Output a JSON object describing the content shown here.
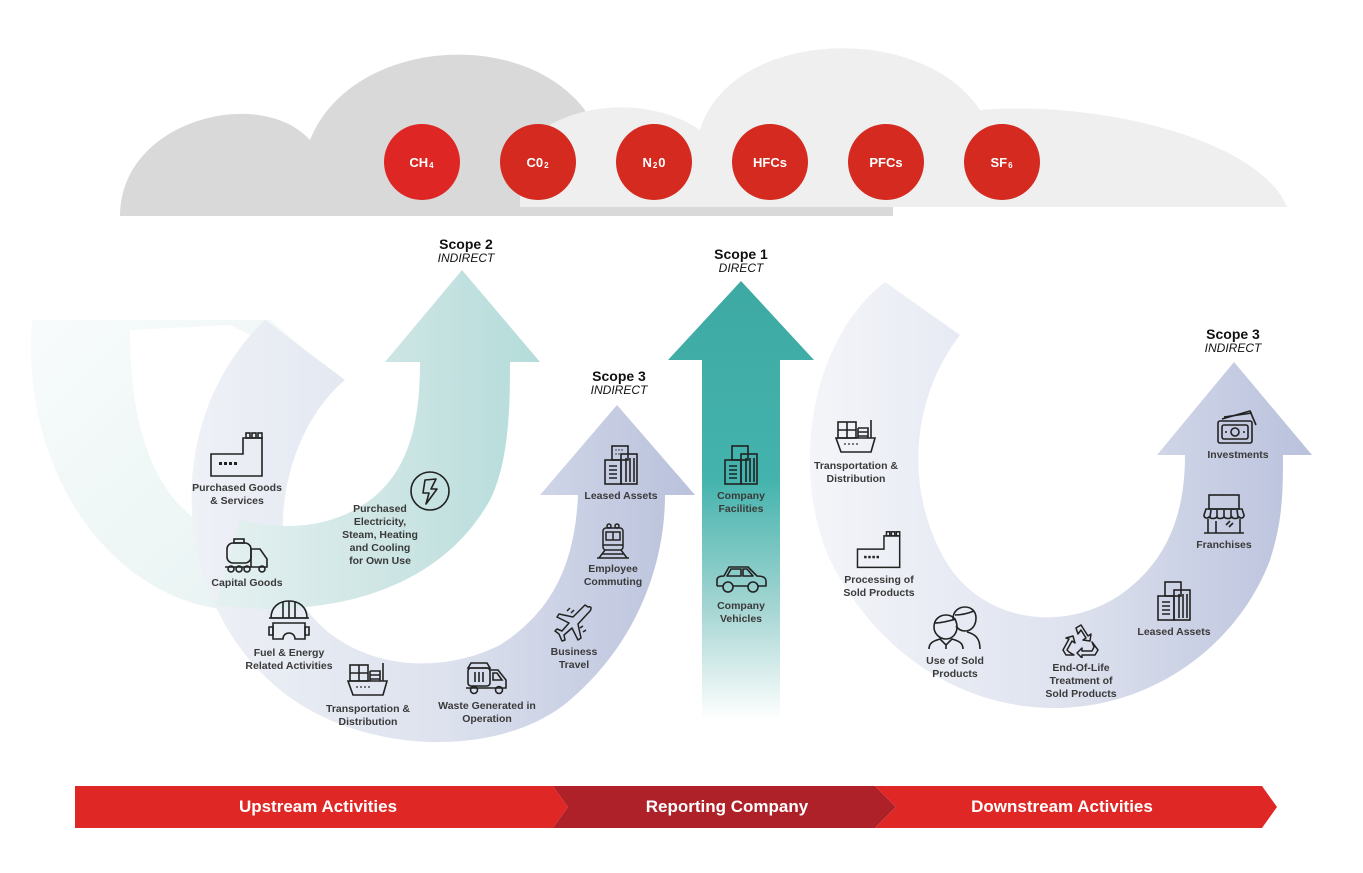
{
  "greenhouse_gases": [
    {
      "base": "CH",
      "sub": "4",
      "suffix": ""
    },
    {
      "base": "C0",
      "sub": "2",
      "suffix": ""
    },
    {
      "base": "N",
      "sub": "2",
      "suffix": "0"
    },
    {
      "base": "HFCs",
      "sub": "",
      "suffix": ""
    },
    {
      "base": "PFCs",
      "sub": "",
      "suffix": ""
    },
    {
      "base": "SF",
      "sub": "6",
      "suffix": ""
    }
  ],
  "scopes": {
    "scope2": {
      "title": "Scope 2",
      "kind": "INDIRECT"
    },
    "scope1": {
      "title": "Scope 1",
      "kind": "DIRECT"
    },
    "scope3_upstream": {
      "title": "Scope 3",
      "kind": "INDIRECT"
    },
    "scope3_downstream": {
      "title": "Scope 3",
      "kind": "INDIRECT"
    }
  },
  "upstream_items": [
    {
      "icon": "factory-icon",
      "label": "Purchased Goods\n& Services"
    },
    {
      "icon": "tanker-truck-icon",
      "label": "Capital Goods"
    },
    {
      "icon": "hardhat-goggles-icon",
      "label": "Fuel & Energy\nRelated Activities"
    },
    {
      "icon": "cargo-ship-icon",
      "label": "Transportation &\nDistribution"
    },
    {
      "icon": "garbage-truck-icon",
      "label": "Waste Generated in\nOperation"
    },
    {
      "icon": "airplane-icon",
      "label": "Business\nTravel"
    },
    {
      "icon": "train-icon",
      "label": "Employee\nCommuting"
    },
    {
      "icon": "office-buildings-icon",
      "label": "Leased Assets"
    }
  ],
  "scope2_items": [
    {
      "icon": "lightning-icon",
      "label": "Purchased\nElectricity,\nSteam, Heating\nand Cooling\nfor Own Use"
    }
  ],
  "scope1_items": [
    {
      "icon": "office-buildings-icon",
      "label": "Company\nFacilities"
    },
    {
      "icon": "car-icon",
      "label": "Company\nVehicles"
    }
  ],
  "downstream_items": [
    {
      "icon": "cargo-ship-icon",
      "label": "Transportation &\nDistribution"
    },
    {
      "icon": "factory-icon",
      "label": "Processing of\nSold Products"
    },
    {
      "icon": "people-icon",
      "label": "Use of Sold\nProducts"
    },
    {
      "icon": "recycle-icon",
      "label": "End-Of-Life\nTreatment of\nSold Products"
    },
    {
      "icon": "office-buildings-icon",
      "label": "Leased Assets"
    },
    {
      "icon": "storefront-icon",
      "label": "Franchises"
    },
    {
      "icon": "money-icon",
      "label": "Investments"
    }
  ],
  "value_chain": [
    {
      "label": "Upstream Activities",
      "color": "#df2725"
    },
    {
      "label": "Reporting Company",
      "color": "#af2129"
    },
    {
      "label": "Downstream Activities",
      "color": "#df2725"
    }
  ],
  "colors": {
    "gas_red": "#d42a20",
    "scope1_teal": "#3ea9a3",
    "scope2_teal": "#b4dcda",
    "scope3_lavender": "#b9c1dc",
    "cloud_dark": "#d9d9d9",
    "cloud_light": "#efefef"
  }
}
